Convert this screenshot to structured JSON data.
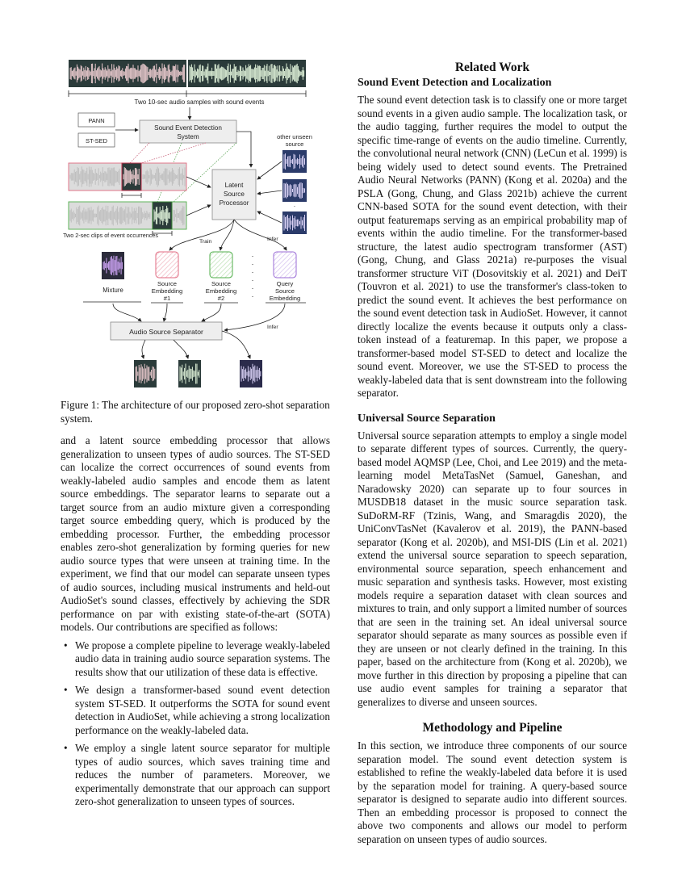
{
  "figure": {
    "top_label": "Two 10-sec audio samples with sound events",
    "model_pann": "PANN",
    "model_stsed": "ST-SED",
    "sed_box": "Sound Event Detection System",
    "other_unseen": "other unseen source",
    "latent_processor": "Latent Source Processor",
    "clips_label": "Two 2-sec clips of event occurrences",
    "train_label": "Train",
    "infer_label_1": "Infer",
    "infer_label_2": "Infer",
    "mixture": "Mixture",
    "emb1": "Source Embedding #1",
    "emb2": "Source Embedding #2",
    "query": "Query Source Embedding",
    "separator": "Audio Source Separator",
    "colors": {
      "pink": "#e06a80",
      "green": "#4fae4a",
      "purple": "#9a6bd6",
      "spec_bg": "#2b3b3a",
      "wave": "#e8c8cc"
    }
  },
  "caption": "Figure 1: The architecture of our proposed zero-shot separation system.",
  "intro_paragraph": "and a latent source embedding processor that allows generalization to unseen types of audio sources. The ST-SED can localize the correct occurrences of sound events from weakly-labeled audio samples and encode them as latent source embeddings. The separator learns to separate out a target source from an audio mixture given a corresponding target source embedding query, which is produced by the embedding processor. Further, the embedding processor enables zero-shot generalization by forming queries for new audio source types that were unseen at training time. In the experiment, we find that our model can separate unseen types of audio sources, including musical instruments and held-out AudioSet's sound classes, effectively by achieving the SDR performance on par with existing state-of-the-art (SOTA) models. Our contributions are specified as follows:",
  "contributions": [
    "We propose a complete pipeline to leverage weakly-labeled audio data in training audio source separation systems. The results show that our utilization of these data is effective.",
    "We design a transformer-based sound event detection system ST-SED. It outperforms the SOTA for sound event detection in AudioSet, while achieving a strong localization performance on the weakly-labeled data.",
    "We employ a single latent source separator for multiple types of audio sources, which saves training time and reduces the number of parameters. Moreover, we experimentally demonstrate that our approach can support zero-shot generalization to unseen types of sources."
  ],
  "related_work": {
    "title": "Related Work",
    "sed_heading": "Sound Event Detection and Localization",
    "sed_text": "The sound event detection task is to classify one or more target sound events in a given audio sample. The localization task, or the audio tagging, further requires the model to output the specific time-range of events on the audio timeline. Currently, the convolutional neural network (CNN) (LeCun et al. 1999) is being widely used to detect sound events. The Pretrained Audio Neural Networks (PANN) (Kong et al. 2020a) and the PSLA (Gong, Chung, and Glass 2021b) achieve the current CNN-based SOTA for the sound event detection, with their output featuremaps serving as an empirical probability map of events within the audio timeline. For the transformer-based structure, the latest audio spectrogram transformer (AST) (Gong, Chung, and Glass 2021a) re-purposes the visual transformer structure ViT (Dosovitskiy et al. 2021) and DeiT (Touvron et al. 2021) to use the transformer's class-token to predict the sound event. It achieves the best performance on the sound event detection task in AudioSet. However, it cannot directly localize the events because it outputs only a class-token instead of a featuremap. In this paper, we propose a transformer-based model ST-SED to detect and localize the sound event. Moreover, we use the ST-SED to process the weakly-labeled data that is sent downstream into the following separator.",
    "uss_heading": "Universal Source Separation",
    "uss_text": "Universal source separation attempts to employ a single model to separate different types of sources. Currently, the query-based model AQMSP (Lee, Choi, and Lee 2019) and the meta-learning model MetaTasNet (Samuel, Ganeshan, and Naradowsky 2020) can separate up to four sources in MUSDB18 dataset in the music source separation task. SuDoRM-RF (Tzinis, Wang, and Smaragdis 2020), the UniConvTasNet (Kavalerov et al. 2019), the PANN-based separator (Kong et al. 2020b), and MSI-DIS (Lin et al. 2021) extend the universal source separation to speech separation, environmental source separation, speech enhancement and music separation and synthesis tasks. However, most existing models require a separation dataset with clean sources and mixtures to train, and only support a limited number of sources that are seen in the training set. An ideal universal source separator should separate as many sources as possible even if they are unseen or not clearly defined in the training. In this paper, based on the architecture from (Kong et al. 2020b), we move further in this direction by proposing a pipeline that can use audio event samples for training a separator that generalizes to diverse and unseen sources."
  },
  "methodology": {
    "title": "Methodology and Pipeline",
    "text": "In this section, we introduce three components of our source separation model. The sound event detection system is established to refine the weakly-labeled data before it is used by the separation model for training. A query-based source separator is designed to separate audio into different sources. Then an embedding processor is proposed to connect the above two components and allows our model to perform separation on unseen types of audio sources."
  }
}
